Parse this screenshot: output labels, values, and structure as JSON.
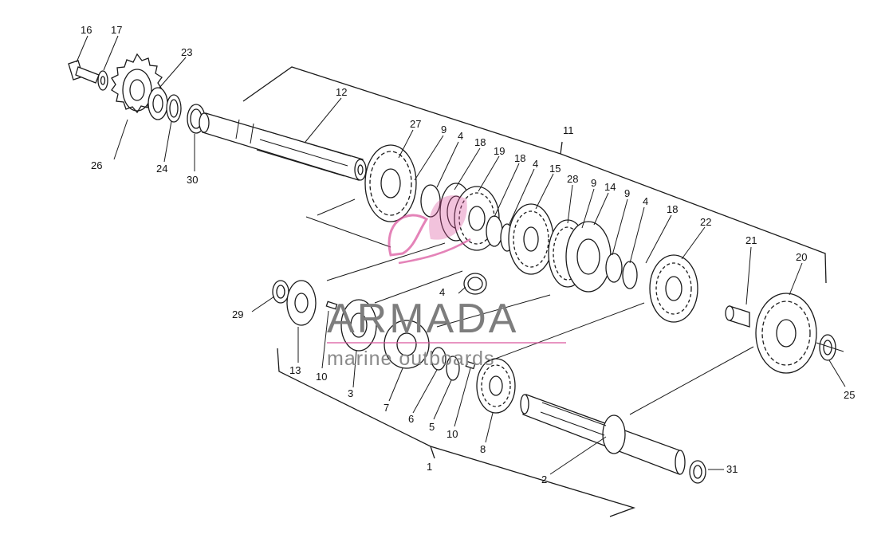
{
  "diagram": {
    "part_numbers": [
      "1",
      "2",
      "3",
      "4",
      "5",
      "6",
      "7",
      "8",
      "9",
      "10",
      "11",
      "12",
      "13",
      "14",
      "15",
      "16",
      "17",
      "18",
      "19",
      "20",
      "21",
      "22",
      "23",
      "24",
      "25",
      "26",
      "27",
      "28",
      "29",
      "30",
      "31"
    ],
    "labels": [
      {
        "id": "l16",
        "text": "16"
      },
      {
        "id": "l17",
        "text": "17"
      },
      {
        "id": "l23",
        "text": "23"
      },
      {
        "id": "l26",
        "text": "26"
      },
      {
        "id": "l24",
        "text": "24"
      },
      {
        "id": "l30",
        "text": "30"
      },
      {
        "id": "l12",
        "text": "12"
      },
      {
        "id": "l27",
        "text": "27"
      },
      {
        "id": "l9a",
        "text": "9"
      },
      {
        "id": "l4a",
        "text": "4"
      },
      {
        "id": "l18a",
        "text": "18"
      },
      {
        "id": "l19",
        "text": "19"
      },
      {
        "id": "l18b",
        "text": "18"
      },
      {
        "id": "l4b",
        "text": "4"
      },
      {
        "id": "l15",
        "text": "15"
      },
      {
        "id": "l11",
        "text": "11"
      },
      {
        "id": "l28",
        "text": "28"
      },
      {
        "id": "l9b",
        "text": "9"
      },
      {
        "id": "l14",
        "text": "14"
      },
      {
        "id": "l9c",
        "text": "9"
      },
      {
        "id": "l4c",
        "text": "4"
      },
      {
        "id": "l18c",
        "text": "18"
      },
      {
        "id": "l22",
        "text": "22"
      },
      {
        "id": "l21",
        "text": "21"
      },
      {
        "id": "l20",
        "text": "20"
      },
      {
        "id": "l25",
        "text": "25"
      },
      {
        "id": "l29",
        "text": "29"
      },
      {
        "id": "l13",
        "text": "13"
      },
      {
        "id": "l10a",
        "text": "10"
      },
      {
        "id": "l3",
        "text": "3"
      },
      {
        "id": "l7",
        "text": "7"
      },
      {
        "id": "l6",
        "text": "6"
      },
      {
        "id": "l5",
        "text": "5"
      },
      {
        "id": "l10b",
        "text": "10"
      },
      {
        "id": "l8",
        "text": "8"
      },
      {
        "id": "l4d",
        "text": "4"
      },
      {
        "id": "l1",
        "text": "1"
      },
      {
        "id": "l2",
        "text": "2"
      },
      {
        "id": "l31",
        "text": "31"
      }
    ]
  },
  "watermark": {
    "brand": "ARMADA",
    "tagline": "marine outboards",
    "logo_color": "#d94f9a"
  }
}
